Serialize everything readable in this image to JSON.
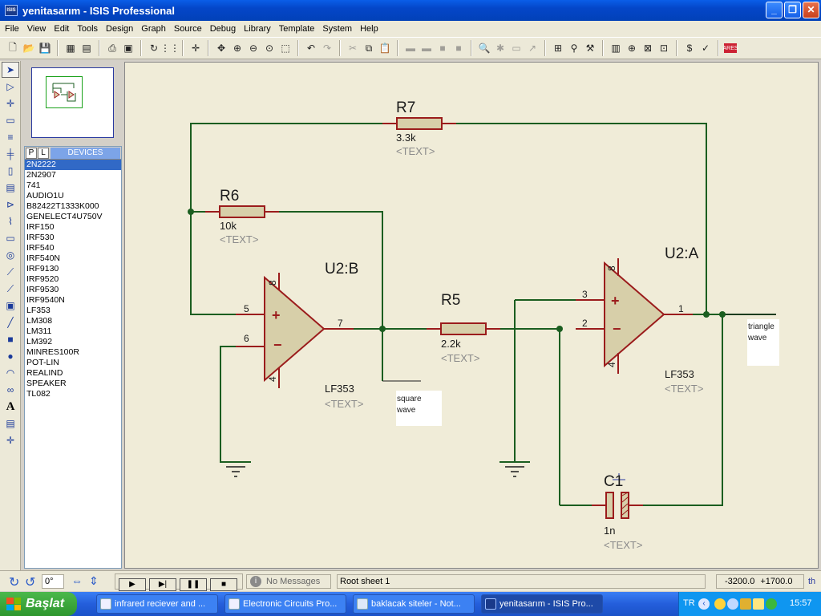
{
  "window": {
    "icon_text": "ISIS",
    "title": "yenitasarım - ISIS Professional"
  },
  "menu": [
    "File",
    "View",
    "Edit",
    "Tools",
    "Design",
    "Graph",
    "Source",
    "Debug",
    "Library",
    "Template",
    "System",
    "Help"
  ],
  "devices": {
    "tab_p": "P",
    "tab_l": "L",
    "label": "DEVICES",
    "selected": "2N2222",
    "items": [
      "2N2222",
      "2N2907",
      "741",
      "AUDIO1U",
      "B82422T1333K000",
      "GENELECT4U750V",
      "IRF150",
      "IRF530",
      "IRF540",
      "IRF540N",
      "IRF9130",
      "IRF9520",
      "IRF9530",
      "IRF9540N",
      "LF353",
      "LM308",
      "LM311",
      "LM392",
      "MINRES100R",
      "POT-LIN",
      "REALIND",
      "SPEAKER",
      "TL082"
    ]
  },
  "schematic": {
    "r7": {
      "name": "R7",
      "value": "3.3k",
      "text": "<TEXT>"
    },
    "r6": {
      "name": "R6",
      "value": "10k",
      "text": "<TEXT>"
    },
    "r5": {
      "name": "R5",
      "value": "2.2k",
      "text": "<TEXT>"
    },
    "c1": {
      "name": "C1",
      "value": "1n",
      "text": "<TEXT>"
    },
    "u2b": {
      "name": "U2:B",
      "part": "LF353",
      "text": "<TEXT>",
      "pin_pos": "5",
      "pin_neg": "6",
      "pin_out": "7",
      "pin_vp": "8",
      "pin_vn": "4"
    },
    "u2a": {
      "name": "U2:A",
      "part": "LF353",
      "text": "<TEXT>",
      "pin_pos": "3",
      "pin_neg": "2",
      "pin_out": "1",
      "pin_vp": "8",
      "pin_vn": "4"
    },
    "square_label": [
      "square",
      "wave"
    ],
    "triangle_label": [
      "triangle",
      "wave"
    ]
  },
  "status": {
    "rotation": "0°",
    "messages": "No Messages",
    "sheet": "Root sheet 1",
    "coord_x": "-3200.0",
    "coord_y": "+1700.0",
    "units": "th"
  },
  "taskbar": {
    "start": "Başlat",
    "tasks": [
      "infrared reciever and ...",
      "Electronic Circuits Pro...",
      "baklacak siteler - Not...",
      "yenitasarım - ISIS Pro..."
    ],
    "lang": "TR",
    "clock": "15:57"
  },
  "colors": {
    "wire": "#1b5e20",
    "component": "#9b1c1c",
    "component_fill": "#d7cfa9",
    "canvas": "#f0ecd8",
    "label_grey": "#8a8a8a",
    "titlebar": "#0446c8"
  }
}
